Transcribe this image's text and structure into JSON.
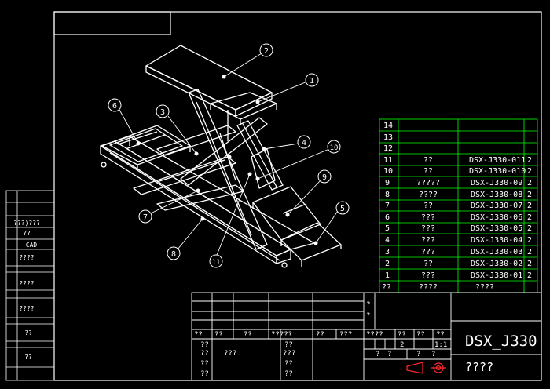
{
  "left_panel": {
    "labels": [
      "???)???",
      "??",
      "CAD",
      "????",
      "????",
      "????",
      "??",
      "??"
    ]
  },
  "bom": {
    "rows": [
      {
        "no": "14",
        "name": "",
        "code": "",
        "qty": ""
      },
      {
        "no": "13",
        "name": "",
        "code": "",
        "qty": ""
      },
      {
        "no": "12",
        "name": "",
        "code": "",
        "qty": ""
      },
      {
        "no": "11",
        "name": "??",
        "code": "DSX-J330-011",
        "qty": "2"
      },
      {
        "no": "10",
        "name": "??",
        "code": "DSX-J330-010",
        "qty": "2"
      },
      {
        "no": "9",
        "name": "?????",
        "code": "DSX-J330-09",
        "qty": "2"
      },
      {
        "no": "8",
        "name": "????",
        "code": "DSX-J330-08",
        "qty": "2"
      },
      {
        "no": "7",
        "name": "??",
        "code": "DSX-J330-07",
        "qty": "2"
      },
      {
        "no": "6",
        "name": "???",
        "code": "DSX-J330-06",
        "qty": "2"
      },
      {
        "no": "5",
        "name": "???",
        "code": "DSX-J330-05",
        "qty": "2"
      },
      {
        "no": "4",
        "name": "???",
        "code": "DSX-J330-04",
        "qty": "2"
      },
      {
        "no": "3",
        "name": "???",
        "code": "DSX-J330-03",
        "qty": "2"
      },
      {
        "no": "2",
        "name": "??",
        "code": "DSX-J330-02",
        "qty": "2"
      },
      {
        "no": "1",
        "name": "???",
        "code": "DSX-J330-01",
        "qty": "2"
      }
    ],
    "header": {
      "no": "??",
      "name": "????",
      "code": "????"
    }
  },
  "title_block": {
    "drawing_no": "DSX_J330",
    "drawing_name": "????",
    "marks_right": [
      "?",
      "?"
    ],
    "header_row": [
      "??",
      "??",
      "??",
      "?????",
      "??",
      "???",
      "????",
      "??",
      "??",
      "??"
    ],
    "sign_col1": [
      "??",
      "??",
      "??",
      "??"
    ],
    "sign_col2": [
      "???"
    ],
    "sign_col3": [
      "??",
      "???",
      "??",
      "??"
    ],
    "sheet": "2",
    "scale": "1:1",
    "small_marks": [
      "?",
      "?",
      "?",
      "?"
    ]
  },
  "balloons": [
    "1",
    "2",
    "3",
    "4",
    "5",
    "6",
    "7",
    "8",
    "9",
    "10",
    "11"
  ]
}
